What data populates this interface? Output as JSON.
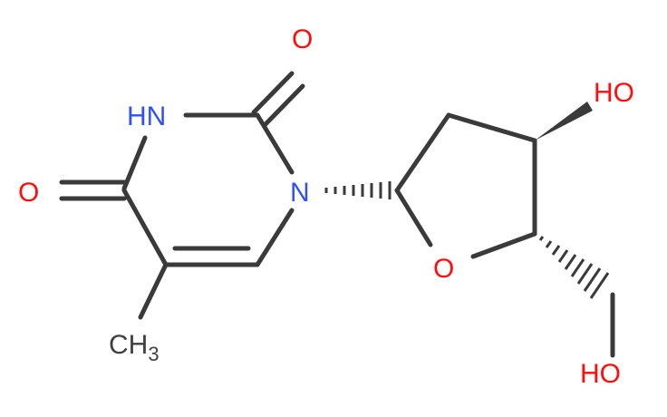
{
  "molecule": {
    "atom_labels": {
      "o_carbonyl_top": "O",
      "nh": "HN",
      "o_carbonyl_left": "O",
      "n_glycosidic": "N",
      "oh_ring": "HO",
      "o_ring": "O",
      "oh_primary": "HO",
      "methyl_c": "CH",
      "methyl_sub": "3"
    },
    "colors": {
      "oxygen": "#ff0d0d",
      "nitrogen": "#3050f8",
      "carbon": "#404040",
      "bond": "#3a3a3a"
    }
  }
}
